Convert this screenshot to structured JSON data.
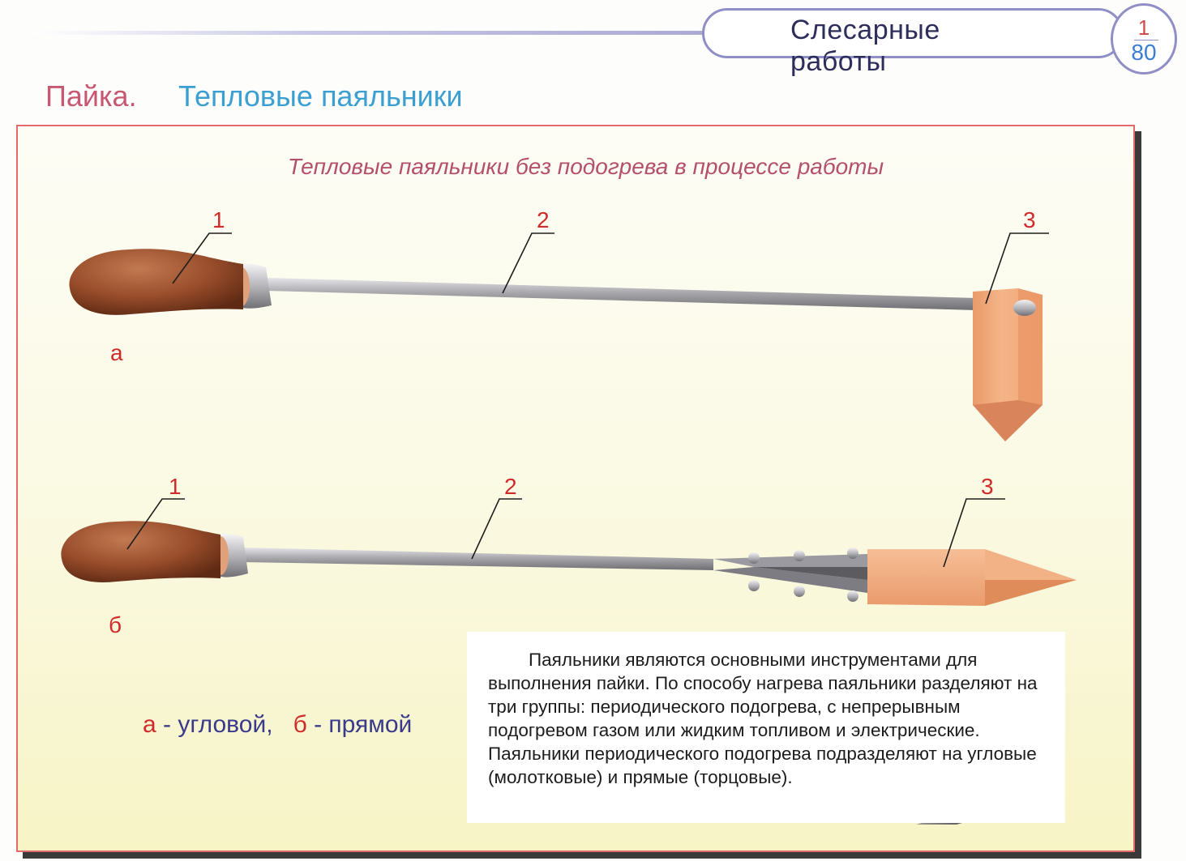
{
  "header": {
    "title": "Слесарные работы",
    "page_top": "1",
    "page_bottom": "80"
  },
  "heading": {
    "main": "Пайка.",
    "sub": "Тепловые паяльники"
  },
  "panel": {
    "title": "Тепловые паяльники без подогрева в процессе работы"
  },
  "figure_a": {
    "label": "а",
    "callouts": [
      "1",
      "2",
      "3"
    ]
  },
  "figure_b": {
    "label": "б",
    "callouts": [
      "1",
      "2",
      "3"
    ]
  },
  "legend": {
    "a_key": "а",
    "a_text": " - угловой,",
    "b_key": "б",
    "b_text": " - прямой"
  },
  "description": "Паяльники являются основными инструментами для выполнения пайки. По способу нагрева паяльники разделяют на три группы: периодического подогрева, с непрерывным подогревом газом или жидким топливом и электрические. Паяльники периодического подогрева подразделяют на угловые (молотковые) и прямые (торцовые).",
  "colors": {
    "handle": "#9a4e2c",
    "rod": "#a9a9ad",
    "copper": "#f1a878",
    "accent_red": "#d02b2b"
  }
}
